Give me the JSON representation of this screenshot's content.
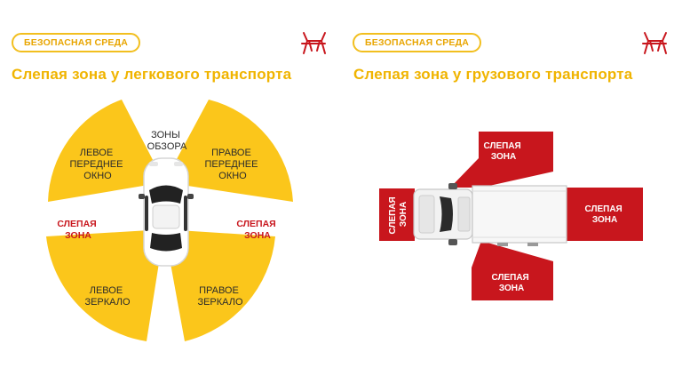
{
  "left_panel": {
    "badge": "БЕЗОПАСНАЯ СРЕДА",
    "title": "Слепая зона у легкового транспорта",
    "labels": {
      "review_zones": [
        "ЗОНЫ",
        "ОБЗОРА"
      ],
      "left_front_window": [
        "ЛЕВОЕ",
        "ПЕРЕДНЕЕ",
        "ОКНО"
      ],
      "right_front_window": [
        "ПРАВОЕ",
        "ПЕРЕДНЕЕ",
        "ОКНО"
      ],
      "blind_zone_left": [
        "СЛЕПАЯ",
        "ЗОНА"
      ],
      "blind_zone_right": [
        "СЛЕПАЯ",
        "ЗОНА"
      ],
      "left_mirror": [
        "ЛЕВОЕ",
        "ЗЕРКАЛО"
      ],
      "right_mirror": [
        "ПРАВОЕ",
        "ЗЕРКАЛО"
      ]
    }
  },
  "right_panel": {
    "badge": "БЕЗОПАСНАЯ СРЕДА",
    "title": "Слепая зона у грузового транспорта",
    "labels": {
      "blind_front": [
        "СЛЕПАЯ",
        "ЗОНА"
      ],
      "blind_top": [
        "СЛЕПАЯ",
        "ЗОНА"
      ],
      "blind_rear": [
        "СЛЕПАЯ",
        "ЗОНА"
      ],
      "blind_bottom": [
        "СЛЕПАЯ",
        "ЗОНА"
      ]
    }
  },
  "colors": {
    "accent_yellow": "#fbc61b",
    "title_yellow": "#f0b400",
    "blind_red": "#c8161d",
    "label_dark": "#2b2b2b"
  },
  "icons": [
    "chair-logo-icon",
    "car-top-view-icon",
    "truck-top-view-icon"
  ]
}
